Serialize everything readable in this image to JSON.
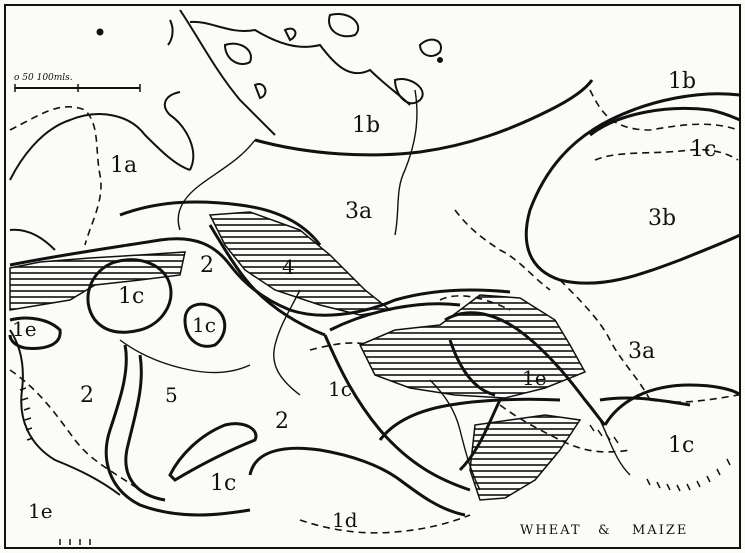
{
  "map": {
    "ink_color": "#111111",
    "paper_color": "#fbfbf8",
    "scale_bar": {
      "text": "o 50 100mls."
    },
    "zones": [
      {
        "id": "1a",
        "label": "1a"
      },
      {
        "id": "1b-north",
        "label": "1b"
      },
      {
        "id": "1b-northeast",
        "label": "1b"
      },
      {
        "id": "1c-east-top",
        "label": "1c"
      },
      {
        "id": "3a-center",
        "label": "3a"
      },
      {
        "id": "3b",
        "label": "3b"
      },
      {
        "id": "4",
        "label": "4"
      },
      {
        "id": "2-center",
        "label": "2"
      },
      {
        "id": "1c-west",
        "label": "1c"
      },
      {
        "id": "1c-small",
        "label": "1c"
      },
      {
        "id": "1e-west",
        "label": "1e"
      },
      {
        "id": "2-west",
        "label": "2"
      },
      {
        "id": "5",
        "label": "5"
      },
      {
        "id": "1c-mid",
        "label": "1c"
      },
      {
        "id": "2-south",
        "label": "2"
      },
      {
        "id": "1c-south",
        "label": "1c"
      },
      {
        "id": "1e-southwest",
        "label": "1e"
      },
      {
        "id": "1d",
        "label": "1d"
      },
      {
        "id": "1e-east",
        "label": "1e"
      },
      {
        "id": "3a-east",
        "label": "3a"
      },
      {
        "id": "1c-east",
        "label": "1c"
      }
    ],
    "footer": {
      "wheat": "WHEAT",
      "amp": "&",
      "maize": "MAIZE"
    }
  }
}
